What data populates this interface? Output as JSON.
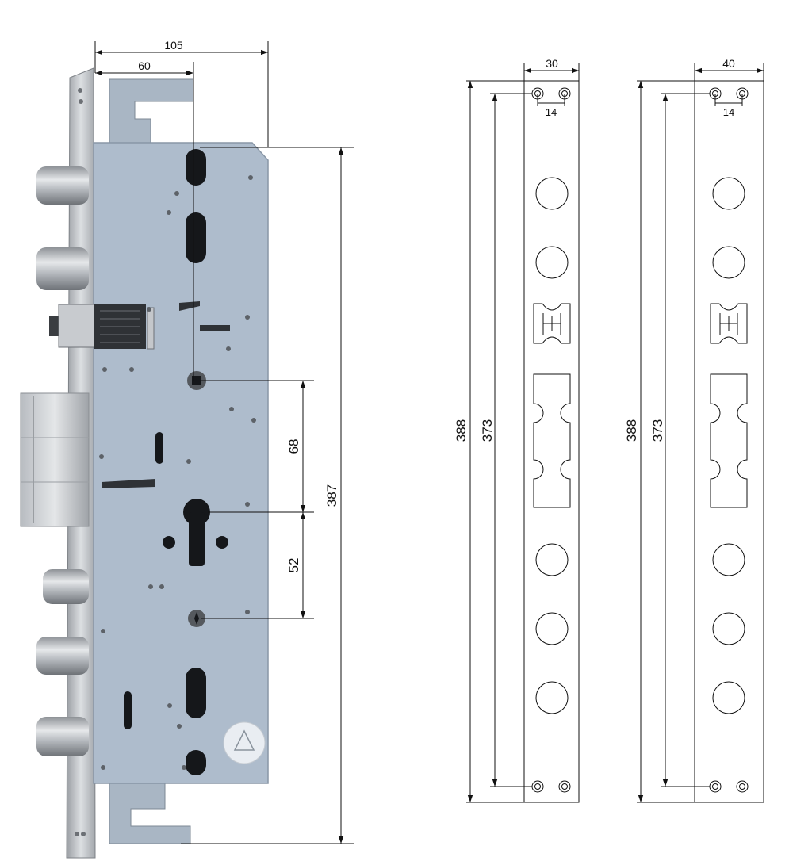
{
  "lock_body_dimensions": {
    "overall_width": "105",
    "backset": "60",
    "overall_height": "387",
    "handle_to_cylinder": "68",
    "cylinder_to_lower_spindle": "52"
  },
  "strike_plate_30": {
    "width": "30",
    "hole_spacing": "14",
    "plate_length": "388",
    "screw_hole_span": "373"
  },
  "strike_plate_40": {
    "width": "40",
    "hole_spacing": "14",
    "plate_length": "388",
    "screw_hole_span": "373"
  },
  "colors": {
    "lock_body": "#aebccc",
    "faceplate": "#c9ccd0",
    "line": "#111111"
  }
}
